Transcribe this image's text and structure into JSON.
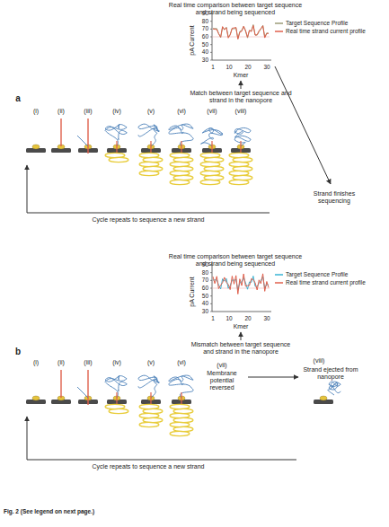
{
  "diagram": {
    "caption": "Fig. 2 (See legend on next page.)",
    "labels": [
      "Real time comparison between target sequence and strand being sequenced",
      "pA Current",
      "90",
      "80",
      "70",
      "60",
      "50",
      "40",
      "30",
      "1",
      "10",
      "20",
      "30",
      "Kmer",
      "Match between target sequence and strand in the nanopore",
      "a",
      "(i)",
      "(ii)",
      "(iii)",
      "(iv)",
      "(v)",
      "(vi)",
      "(vii)",
      "(viii)",
      "Strand finishes sequencing",
      "Cycle repeats to sequence a new strand",
      "Real time comparison between target sequence and strand being sequenced",
      "pA Current",
      "90",
      "80",
      "70",
      "60",
      "50",
      "40",
      "30",
      "1",
      "10",
      "20",
      "30",
      "Kmer",
      "Mismatch between target sequence and strand in the nanopore",
      "b",
      "(i)",
      "(ii)",
      "(iii)",
      "(iv)",
      "(v)",
      "(vi)",
      "(vii)",
      "Membrane potential reversed",
      "(viii)",
      "Strand ejected from nanopore",
      "Cycle repeats to sequence a new strand"
    ],
    "legend": [
      {
        "text": "Target Sequence Profile"
      },
      {
        "text": "Real time strand current profile"
      },
      {
        "text": "Target Sequence Profile"
      },
      {
        "text": "Real time strand current profile"
      }
    ]
  }
}
